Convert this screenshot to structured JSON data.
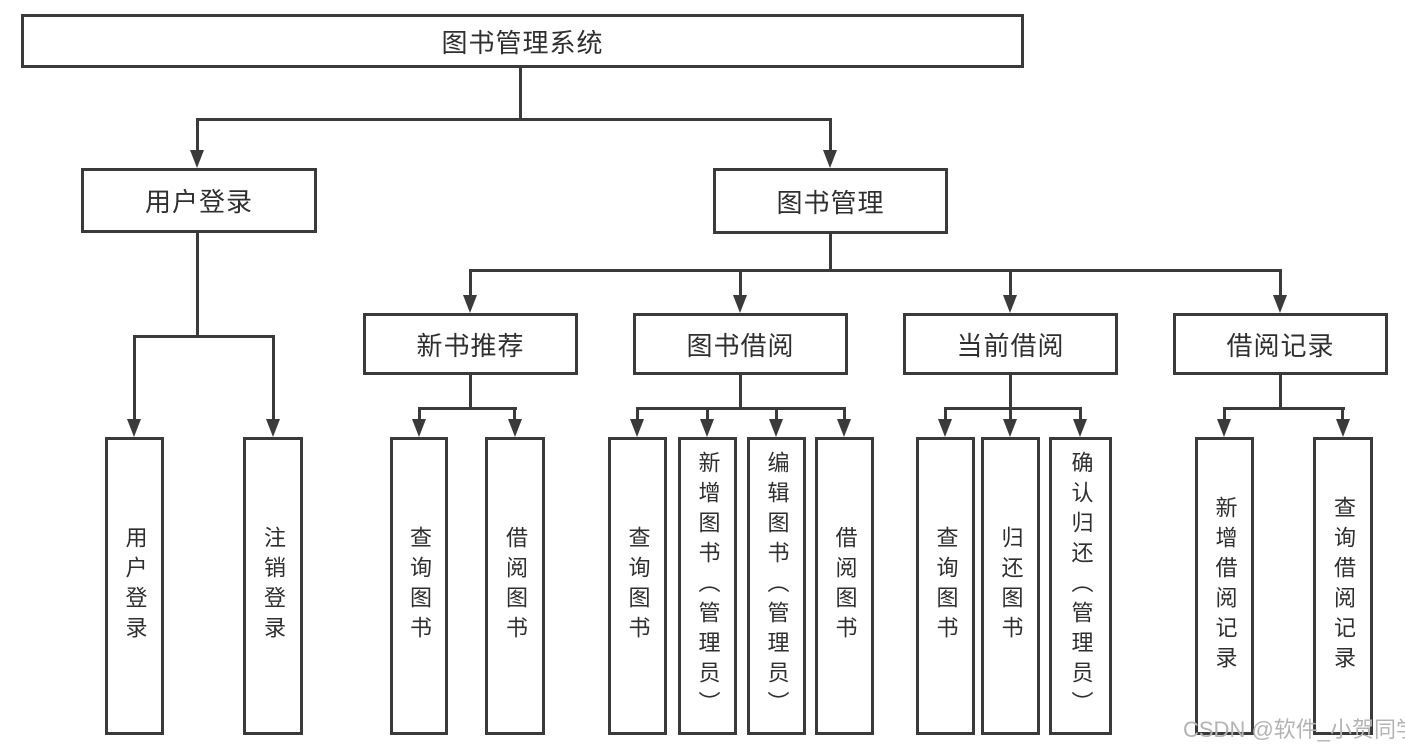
{
  "diagram": {
    "root": {
      "label": "图书管理系统",
      "children": [
        {
          "label": "用户登录",
          "children": [
            {
              "label": "用户登录"
            },
            {
              "label": "注销登录"
            }
          ]
        },
        {
          "label": "图书管理",
          "children": [
            {
              "label": "新书推荐",
              "children": [
                {
                  "label": "查询图书"
                },
                {
                  "label": "借阅图书"
                }
              ]
            },
            {
              "label": "图书借阅",
              "children": [
                {
                  "label": "查询图书"
                },
                {
                  "label": "新增图书（管理员）"
                },
                {
                  "label": "编辑图书（管理员）"
                },
                {
                  "label": "借阅图书"
                }
              ]
            },
            {
              "label": "当前借阅",
              "children": [
                {
                  "label": "查询图书"
                },
                {
                  "label": "归还图书"
                },
                {
                  "label": "确认归还（管理员）"
                }
              ]
            },
            {
              "label": "借阅记录",
              "children": [
                {
                  "label": "新增借阅记录"
                },
                {
                  "label": "查询借阅记录"
                }
              ]
            }
          ]
        }
      ]
    }
  },
  "watermark": {
    "text": "CSDN @软件_小贺同学"
  },
  "colors": {
    "line": "#3a3a3a",
    "text": "#2f2f2f",
    "background": "#ffffff",
    "box_fill": "#ffffff",
    "watermark": "#b4b4b4"
  }
}
